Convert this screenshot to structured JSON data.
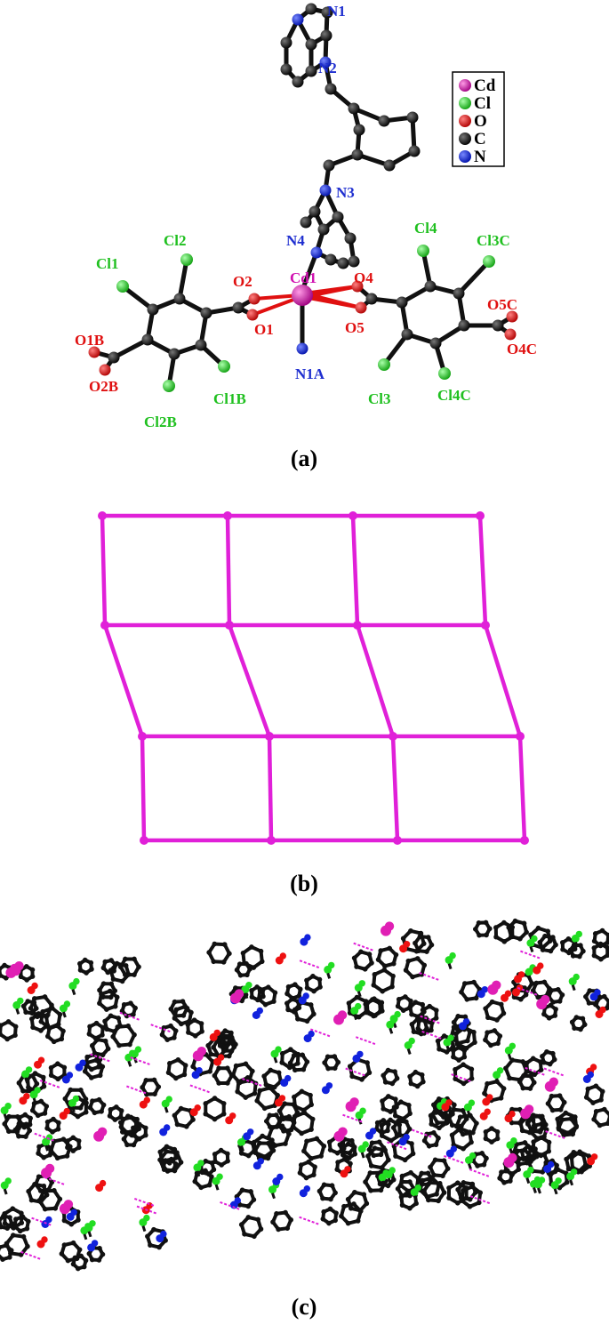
{
  "colors": {
    "cd": "#e01fb4",
    "cl": "#22dd22",
    "o": "#ee1111",
    "c": "#111111",
    "n": "#1122dd",
    "net": "#e020d8",
    "lbl_blue": "#1f2fd0",
    "lbl_green": "#20c020",
    "lbl_red": "#e01010",
    "lbl_mag": "#d010b0"
  },
  "legend": [
    {
      "label": "Cd",
      "color": "#e01fb4"
    },
    {
      "label": "Cl",
      "color": "#22dd22"
    },
    {
      "label": "O",
      "color": "#ee1111"
    },
    {
      "label": "C",
      "color": "#111111"
    },
    {
      "label": "N",
      "color": "#1122dd"
    }
  ],
  "atom_labels": {
    "n1": "N1",
    "n2": "N2",
    "n3": "N3",
    "n4": "N4",
    "n1a": "N1A",
    "cd1": "Cd1",
    "cl1": "Cl1",
    "cl2": "Cl2",
    "cl1b": "Cl1B",
    "cl2b": "Cl2B",
    "cl3": "Cl3",
    "cl4": "Cl4",
    "cl3c": "Cl3C",
    "cl4c": "Cl4C",
    "o1": "O1",
    "o2": "O2",
    "o4": "O4",
    "o5": "O5",
    "o1b": "O1B",
    "o2b": "O2B",
    "o5c": "O5C",
    "o4c": "O4C"
  },
  "panels": {
    "a": "(a)",
    "b": "(b)",
    "c": "(c)"
  }
}
